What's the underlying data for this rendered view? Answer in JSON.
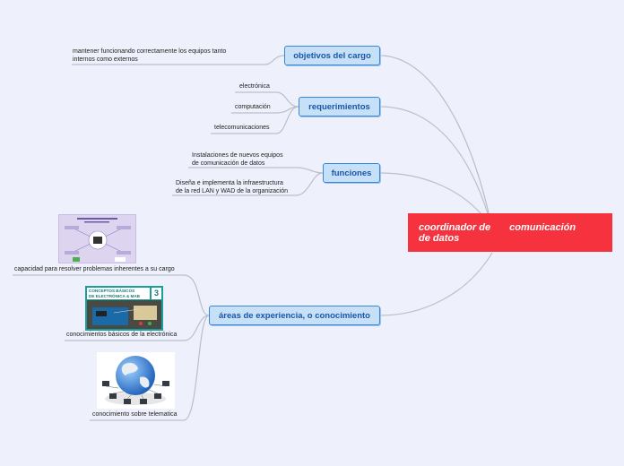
{
  "central": {
    "line1_left": "coordinador de",
    "line1_right": "comunicación",
    "line2": "de datos"
  },
  "topics": {
    "objetivos": "objetivos del cargo",
    "requerimientos": "requerimientos",
    "funciones": "funciones",
    "areas": "áreas de experiencia, o conocimiento"
  },
  "leaves": {
    "objetivos_1_l1": "mantener funcionando correctamente los equipos tanto",
    "objetivos_1_l2": "internos como externos",
    "req_1": "electrónica",
    "req_2": "computación",
    "req_3": "telecomunicaciones",
    "func_1_l1": "Instalaciones de nuevos equipos",
    "func_1_l2": "de comunicación de datos",
    "func_2_l1": "Diseña e implementa la infraestructura",
    "func_2_l2": "de la red LAN y WAD de la organización",
    "areas_1": "capacidad para resolver problemas inherentes a su cargo",
    "areas_2": "conocimientos básicos de la electrónica",
    "areas_3": "conocimiento sobre telematica"
  },
  "images": {
    "card_title_l1": "CONCEPTOS BÁSICOS",
    "card_title_l2": "DE ELECTRÓNICA & MAB",
    "card_number": "3"
  },
  "colors": {
    "central_bg": "#f7323f",
    "topic_bg": "#c6e1f7",
    "topic_border": "#3a86d6",
    "topic_text": "#1b55a8",
    "link": "#b8bfcc",
    "background": "#eef1fb"
  }
}
